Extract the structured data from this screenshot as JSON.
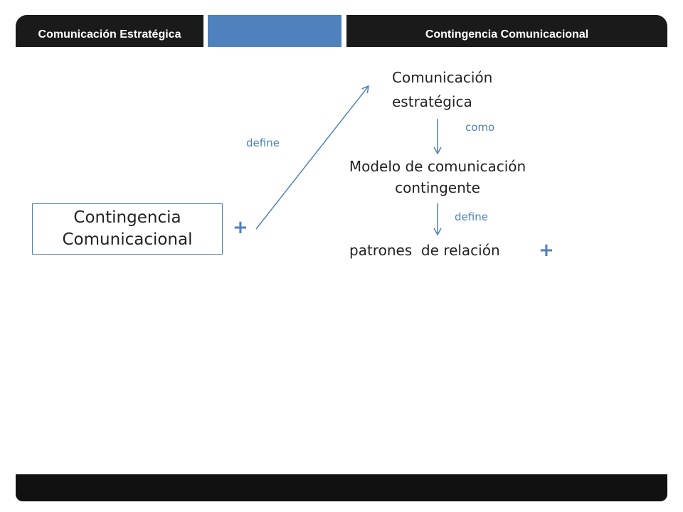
{
  "header": {
    "left_tab": "Comunicación Estratégica",
    "right_tab": "Contingencia Comunicacional",
    "accent_color": "#4f81bd"
  },
  "diagram": {
    "box": {
      "line1": "Contingencia",
      "line2": "Comunicacional"
    },
    "top_node": {
      "line1": "Comunicación",
      "line2": "estratégica"
    },
    "middle_node": {
      "line1": "Modelo de comunicación",
      "line2": "contingente"
    },
    "bottom_node": "patrones  de relación",
    "edge_labels": {
      "define_diag": "define",
      "como": "como",
      "define_down": "define"
    },
    "plus_symbol": "+"
  }
}
